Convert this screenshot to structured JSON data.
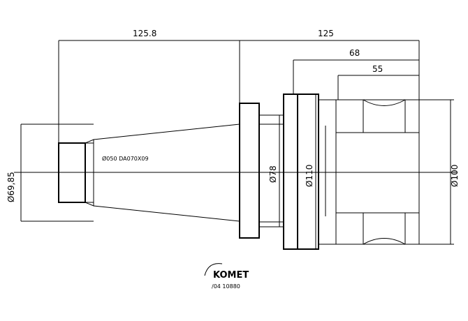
{
  "dimensions": {
    "length_left": "125.8",
    "length_right": "125",
    "length_68": "68",
    "length_55": "55",
    "dia_left": "Ø69,85",
    "dia_78": "Ø78",
    "dia_110": "Ø110",
    "dia_100": "Ø100"
  },
  "part_label": "Ø050 DA070X09",
  "logo": {
    "brand": "KOMET",
    "code": "/04 10880"
  }
}
